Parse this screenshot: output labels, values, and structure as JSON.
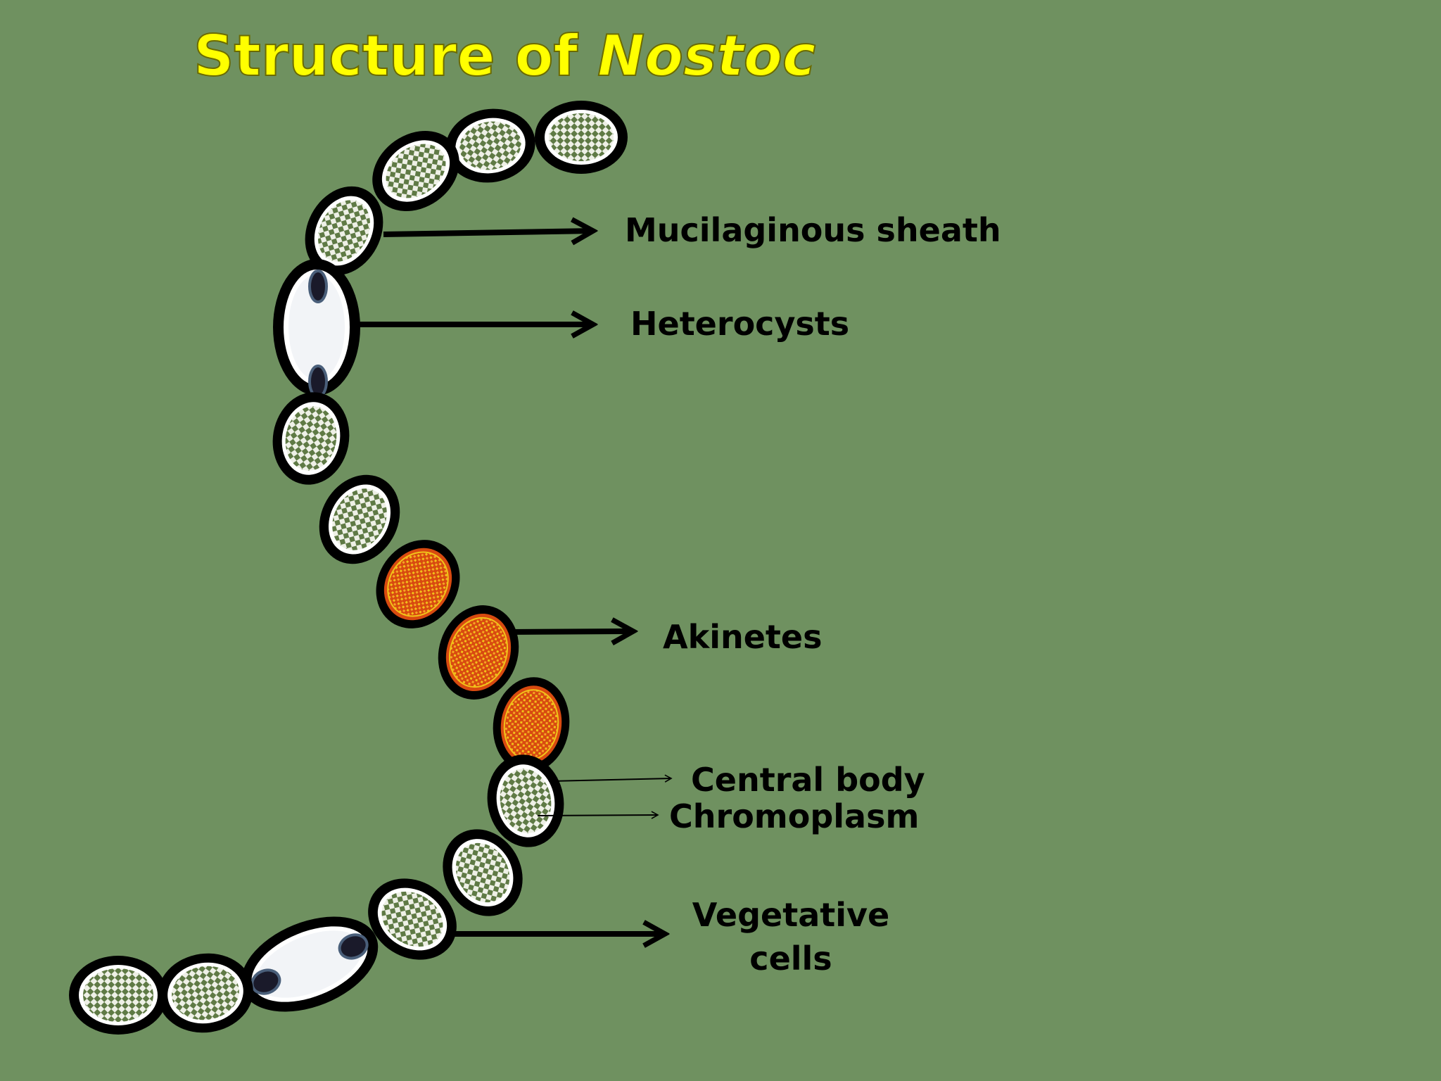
{
  "title": {
    "main": "Structure of",
    "italic": "Nostoc"
  },
  "labels": {
    "mucilaginous_sheath": "Mucilaginous sheath",
    "heterocysts": "Heterocysts",
    "akinetes": "Akinetes",
    "central_body": "Central body",
    "chromoplasm": "Chromoplasm",
    "vegetative_line1": "Vegetative",
    "vegetative_line2": "cells"
  },
  "colors": {
    "background": "#6f9160",
    "title": "#ffff00",
    "vegetative_fill": "#5f7a45",
    "heterocyst_fill": "#f2f4f7",
    "akinete_fill": "#d84a10",
    "akinete_dots": "#f1c21a",
    "polar_nodule": "#1a1a2a"
  }
}
